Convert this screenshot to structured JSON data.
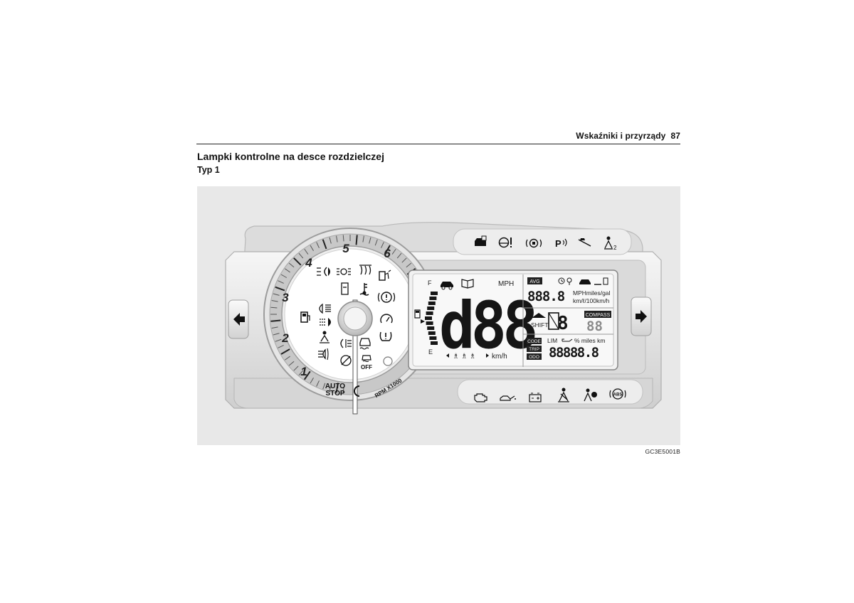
{
  "header": {
    "section": "Wskaźniki i przyrządy",
    "page_number": "87"
  },
  "content": {
    "title": "Lampki kontrolne na desce rozdzielczej",
    "subtitle": "Typ 1"
  },
  "figure": {
    "code": "GC3E5001B",
    "background_color": "#e8e8e8",
    "tachometer": {
      "numbers": [
        "1",
        "2",
        "3",
        "4",
        "5",
        "6"
      ],
      "auto_stop": [
        "AUTO",
        "STOP"
      ],
      "rpm_label": "RPM X1000",
      "off_label": "OFF"
    },
    "display": {
      "fuel_full": "F",
      "fuel_empty": "E",
      "speed_digits": "d88",
      "speed_unit_top": "MPH",
      "speed_unit_bottom": "km/h",
      "avg_badge": "AVG",
      "avg_digits": "888.8",
      "avg_units_1": "MPHmiles/gal",
      "avg_units_2": "km/ℓ/100km/h",
      "shift_label": "SHIFT",
      "gear_digits": "8",
      "compass_badge": "COMPASS",
      "compass_digits": "88",
      "code_badge": "CODE",
      "trip_badge": "TRIP",
      "odo_badge": "ODO",
      "lim_label": "LIM",
      "odo_units": "% miles km",
      "odo_digits": "88888.8"
    },
    "top_indicators": [
      "immobilizer-icon",
      "power-steering-icon",
      "brake-pad-icon",
      "park-assist-icon",
      "hill-descent-icon",
      "seatbelt-rear-icon"
    ],
    "top_labels": {
      "park": "P",
      "seat_row": "2"
    },
    "bottom_indicators": [
      "engine-check-icon",
      "oil-pressure-icon",
      "battery-icon",
      "seatbelt-icon",
      "airbag-icon",
      "abs-icon"
    ],
    "bottom_labels": {
      "abs": "ABS"
    }
  }
}
